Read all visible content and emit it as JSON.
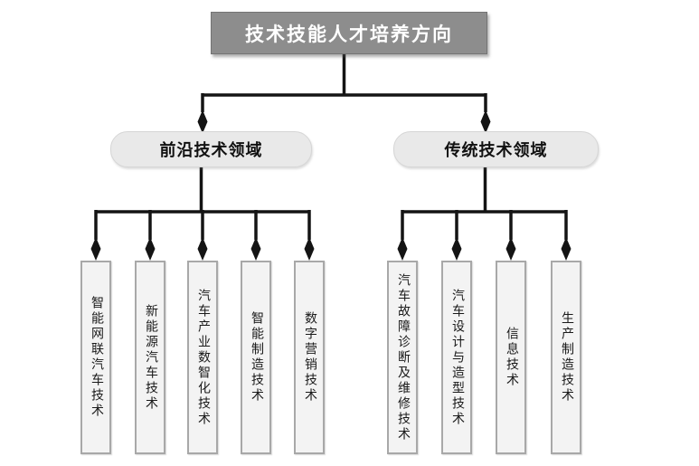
{
  "diagram": {
    "title": "技术技能人才培养方向",
    "type": "hierarchy-org-chart"
  },
  "root": {
    "label": "技术技能人才培养方向"
  },
  "branches": [
    {
      "label": "前沿技术领域",
      "children": [
        "智能网联汽车技术",
        "新能源汽车技术",
        "汽车产业数智化技术",
        "智能制造技术",
        "数字营销技术"
      ]
    },
    {
      "label": "传统技术领域",
      "children": [
        "汽车故障诊断及维修技术",
        "汽车设计与造型技术",
        "信息技术",
        "生产制造技术"
      ]
    }
  ],
  "colors": {
    "background": "#ffffff",
    "root_fill": "#8d8d8d",
    "root_border": "#747474",
    "root_text": "#ffffff",
    "branch_fill": "#e9e9e9",
    "branch_text": "#111111",
    "leaf_fill": "#f3f3f3",
    "leaf_border": "#a8a8a8",
    "leaf_text": "#1a1a1a",
    "connector": "#141414"
  },
  "connector_style": {
    "line": "solid",
    "arrowhead": "diamond"
  }
}
